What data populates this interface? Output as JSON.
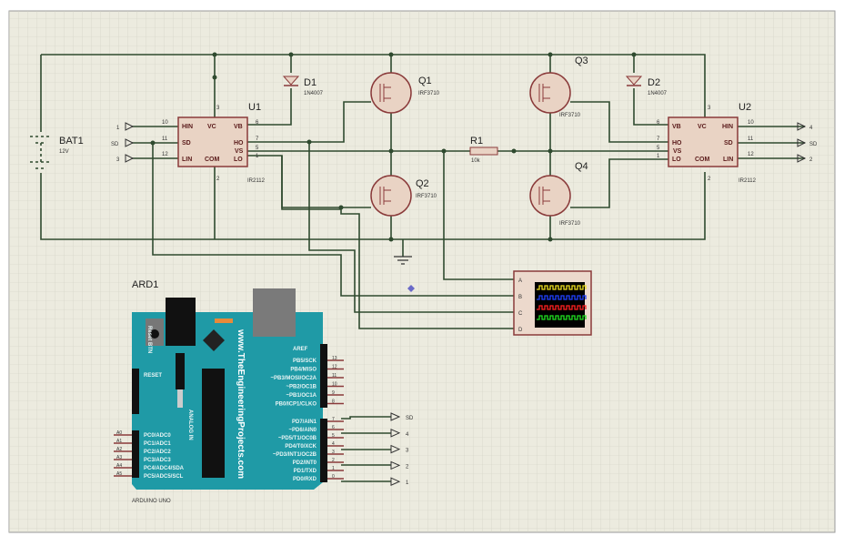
{
  "colors": {
    "grid_bg": "#ecebdf",
    "wire": "#2f4a2f",
    "component": "#8a3a3a",
    "component_fill": "#e9d3c4",
    "arduino_board": "#1f9aa6"
  },
  "battery": {
    "name": "BAT1",
    "value": "12V"
  },
  "u1": {
    "name": "U1",
    "part": "IR2112",
    "pins": {
      "hin": "HIN",
      "sd": "SD",
      "lin": "LIN",
      "vc": "VC",
      "com": "COM",
      "vb": "VB",
      "ho": "HO",
      "vs": "VS",
      "lo": "LO"
    },
    "pin_numbers": {
      "hin": "10",
      "sd": "11",
      "lin": "12",
      "vc": "3",
      "com": "2",
      "vb": "6",
      "ho": "7",
      "vs": "5",
      "lo": "1"
    },
    "inputs": [
      "1",
      "SD",
      "3"
    ]
  },
  "u2": {
    "name": "U2",
    "part": "IR2112",
    "pins": {
      "hin": "HIN",
      "sd": "SD",
      "lin": "LIN",
      "vc": "VC",
      "com": "COM",
      "vb": "VB",
      "ho": "HO",
      "vs": "VS",
      "lo": "LO"
    },
    "pin_numbers": {
      "hin": "10",
      "sd": "11",
      "lin": "12",
      "vc": "3",
      "com": "2",
      "vb": "6",
      "ho": "7",
      "vs": "5",
      "lo": "1"
    },
    "inputs": [
      "4",
      "SD",
      "2"
    ]
  },
  "d1": {
    "name": "D1",
    "part": "1N4007"
  },
  "d2": {
    "name": "D2",
    "part": "1N4007"
  },
  "q1": {
    "name": "Q1",
    "part": "IRF3710"
  },
  "q2": {
    "name": "Q2",
    "part": "IRF3710"
  },
  "q3": {
    "name": "Q3",
    "part": "IRF3710"
  },
  "q4": {
    "name": "Q4",
    "part": "IRF3710"
  },
  "r1": {
    "name": "R1",
    "value": "10k"
  },
  "scope": {
    "channels": [
      "A",
      "B",
      "C",
      "D"
    ],
    "trace_colors": [
      "#f0e020",
      "#2040ff",
      "#ff2020",
      "#20e020"
    ]
  },
  "arduino": {
    "name": "ARD1",
    "model": "ARDUINO UNO",
    "website": "www.TheEngineeringProjects.com",
    "reset": "RESET",
    "reset_btn": "Reset BTN",
    "analog": "ANALOG IN",
    "aref": "AREF",
    "portb": [
      "PB5/SCK",
      "PB4/MISO",
      "~PB3/MOSI/OC2A",
      "~PB2/OC1B",
      "~PB1/OC1A",
      "PB0/ICP1/CLKO"
    ],
    "portb_nums": [
      "13",
      "12",
      "11",
      "10",
      "9",
      "8"
    ],
    "portd": [
      "PD7/AIN1",
      "~PD6/AIN0",
      "~PD5/T1/OC0B",
      "PD4/T0/XCK",
      "~PD3/INT1/OC2B",
      "PD2/INT0",
      "PD1/TXD",
      "PD0/RXD"
    ],
    "portd_nums": [
      "7",
      "6",
      "5",
      "4",
      "3",
      "2",
      "1",
      "0"
    ],
    "portc": [
      "PC0/ADC0",
      "PC1/ADC1",
      "PC2/ADC2",
      "PC3/ADC3",
      "PC4/ADC4/SDA",
      "PC5/ADC5/SCL"
    ],
    "portc_nums": [
      "A0",
      "A1",
      "A2",
      "A3",
      "A4",
      "A5"
    ]
  },
  "outputs": [
    "SD",
    "4",
    "3",
    "2",
    "1"
  ]
}
